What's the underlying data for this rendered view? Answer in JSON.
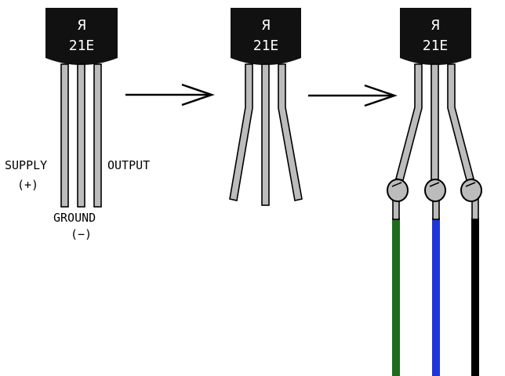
{
  "colors": {
    "body": "#111111",
    "lead_fill": "#bcbcbc",
    "lead_outline": "#000000",
    "marking": "#ffffff",
    "wire_supply": "#1e6b1e",
    "wire_ground": "#1e35d8",
    "wire_output": "#000000"
  },
  "sensor": {
    "logo_mark": "Я",
    "part_code": "21E"
  },
  "labels": {
    "supply": "SUPPLY",
    "supply_sign": "(+)",
    "ground": "GROUND",
    "ground_sign": "(−)",
    "output": "OUTPUT"
  },
  "steps": [
    {
      "name": "straight-leads",
      "arrow_after": true
    },
    {
      "name": "bent-leads",
      "arrow_after": true
    },
    {
      "name": "soldered-wires",
      "arrow_after": false
    }
  ]
}
